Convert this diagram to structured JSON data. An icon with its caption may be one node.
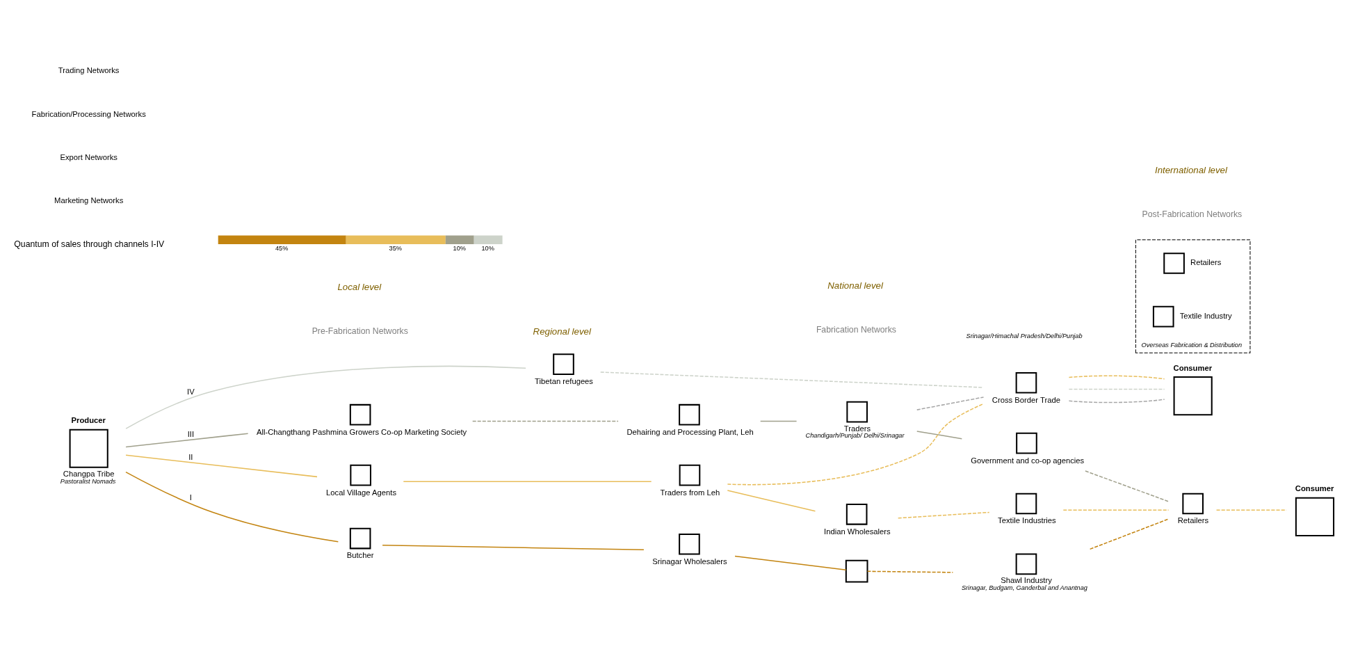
{
  "diagram": {
    "nodes": [
      {
        "text": [
          "Producer",
          "Changpa Tribe",
          "Pastoralist Nomads"
        ]
      },
      {
        "text": [
          "Butcher"
        ]
      },
      {
        "text": [
          "Srinagar Wholesalers"
        ]
      },
      {
        "text": [],
        "shape": "box"
      },
      {
        "text": [
          "Shawl Industry",
          "Srinagar, Budgam, Ganderbal and Anantnag"
        ]
      },
      {
        "text": [
          "Local Village Agents"
        ]
      },
      {
        "text": [
          "Traders from Leh"
        ]
      },
      {
        "text": [
          "Indian Wholesalers"
        ]
      },
      {
        "text": [
          "Textile Industries"
        ]
      },
      {
        "text": [
          "Retailers"
        ]
      },
      {
        "text": [
          "Consumer"
        ]
      },
      {
        "text": [
          "All-Changthang Pashmina Growers Co-op Marketing Society"
        ]
      },
      {
        "text": [
          "Dehairing and Processing Plant, Leh"
        ]
      },
      {
        "text": [
          "Traders",
          "Chandigarh/Punjab/ Delhi/Srinagar"
        ]
      },
      {
        "text": [
          "Government and co-op agencies"
        ]
      },
      {
        "text": [
          "Tibetan refugees"
        ]
      },
      {
        "text": [
          "Cross Border Trade"
        ]
      },
      {
        "text": [
          "Consumer"
        ]
      },
      {
        "text": [
          "Overseas Fabrication & Distribution"
        ]
      },
      {
        "text": [
          "Retailers"
        ],
        "in": 18
      },
      {
        "text": [
          "Textile Industry"
        ],
        "in": 18
      }
    ],
    "edges": [
      {
        "from": 0,
        "to": 1,
        "arrow": "none",
        "label": "I",
        "color": "#c38410"
      },
      {
        "from": 0,
        "to": 5,
        "arrow": "none",
        "label": "II",
        "color": "#e8bd5a"
      },
      {
        "from": 0,
        "to": 11,
        "arrow": "none",
        "label": "III",
        "color": "#a0a08c"
      },
      {
        "from": 0,
        "to": 15,
        "arrow": "none",
        "label": "IV",
        "color": "#cdd3ca"
      },
      {
        "from": 1,
        "to": 2,
        "arrow": "none",
        "color": "#c38410"
      },
      {
        "from": 2,
        "to": 3,
        "arrow": "none",
        "color": "#c38410"
      },
      {
        "from": 3,
        "to": 4,
        "arrow": "none",
        "style": "dashed",
        "color": "#c38410"
      },
      {
        "from": 4,
        "to": 9,
        "arrow": "none",
        "style": "dashed",
        "color": "#c38410"
      },
      {
        "from": 5,
        "to": 6,
        "arrow": "none",
        "color": "#e8bd5a"
      },
      {
        "from": 6,
        "to": 7,
        "arrow": "none",
        "color": "#e8bd5a"
      },
      {
        "from": 7,
        "to": 8,
        "arrow": "none",
        "style": "dashed",
        "color": "#e8bd5a"
      },
      {
        "from": 8,
        "to": 9,
        "arrow": "none",
        "style": "dashed",
        "color": "#e8bd5a"
      },
      {
        "from": 9,
        "to": 10,
        "arrow": "none",
        "style": "dashed",
        "color": "#e8bd5a"
      },
      {
        "from": 6,
        "to": 16,
        "arrow": "none",
        "style": "dashed",
        "color": "#e8bd5a"
      },
      {
        "from": 11,
        "to": 12,
        "arrow": "none",
        "style": "dashed",
        "color": "#a0a08c"
      },
      {
        "from": 12,
        "to": 13,
        "arrow": "none",
        "color": "#a0a08c"
      },
      {
        "from": 13,
        "to": 14,
        "arrow": "none",
        "color": "#a0a08c"
      },
      {
        "from": 13,
        "to": 16,
        "arrow": "none",
        "style": "dashed",
        "color": "#a6a6a6"
      },
      {
        "from": 14,
        "to": 9,
        "arrow": "none",
        "style": "dashed",
        "color": "#a0a08c"
      },
      {
        "from": 15,
        "to": 16,
        "arrow": "none",
        "style": "dashed",
        "color": "#cdd3ca"
      },
      {
        "from": 16,
        "to": 17,
        "arrow": "none",
        "style": "dashed",
        "color": "#a6a6a6"
      },
      {
        "from": 16,
        "to": 17,
        "arrow": "none",
        "style": "dashed",
        "color": "#cdd3ca"
      },
      {
        "from": 16,
        "to": 17,
        "arrow": "none",
        "style": "dashed",
        "color": "#e8bd5a"
      }
    ],
    "labels": [
      "Pre-Fabrication Networks",
      "Fabrication Networks",
      "Post-Fabrication Networks",
      "Srinagar/Himachal Pradesh/Delhi/Punjab",
      "Local level",
      "Regional level",
      "National level",
      "International level",
      "Quantum of sales through channels I-IV"
    ],
    "legend": [
      {
        "text": "45%",
        "color": "#c38410"
      },
      {
        "text": "35%",
        "color": "#e8bd5a"
      },
      {
        "text": "10%",
        "color": "#a0a08c"
      },
      {
        "text": "10%",
        "color": "#cdd3ca"
      },
      {
        "text": "Trading Networks"
      },
      {
        "text": "Fabrication/Processing Networks"
      },
      {
        "text": "Export Networks"
      },
      {
        "text": "Marketing Networks"
      }
    ]
  }
}
